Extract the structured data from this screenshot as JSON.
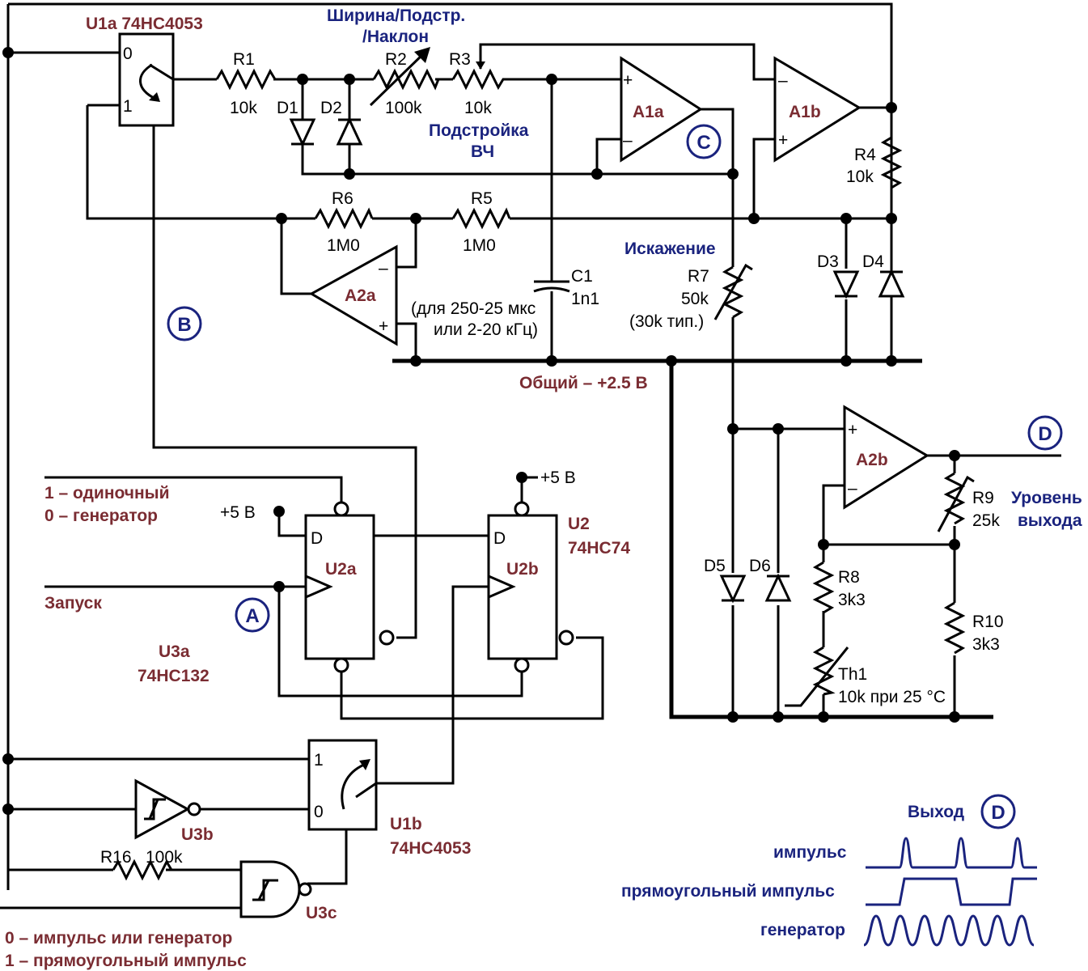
{
  "components": {
    "u1a": {
      "ref": "U1a  74HC4053",
      "pin0": "0",
      "pin1": "1"
    },
    "u1b": {
      "ref": "U1b",
      "part": "74HC4053",
      "pin1": "1",
      "pin0": "0"
    },
    "r1": {
      "ref": "R1",
      "value": "10k"
    },
    "r2": {
      "ref": "R2",
      "value": "100k"
    },
    "r3": {
      "ref": "R3",
      "value": "10k"
    },
    "r4": {
      "ref": "R4",
      "value": "10k"
    },
    "r5": {
      "ref": "R5",
      "value": "1M0"
    },
    "r6": {
      "ref": "R6",
      "value": "1M0"
    },
    "r7": {
      "ref": "R7",
      "value": "50k",
      "note": "(30k тип.)"
    },
    "r8": {
      "ref": "R8",
      "value": "3k3"
    },
    "r9": {
      "ref": "R9",
      "value": "25k"
    },
    "r10": {
      "ref": "R10",
      "value": "3k3"
    },
    "r16": {
      "ref": "R16",
      "value": "100k"
    },
    "th1": {
      "ref": "Th1",
      "value": "10k при 25 °C"
    },
    "c1": {
      "ref": "C1",
      "value": "1n1",
      "note1": "(для 250-25 мкс",
      "note2": "или 2-20 кГц)"
    },
    "d1": "D1",
    "d2": "D2",
    "d3": "D3",
    "d4": "D4",
    "d5": "D5",
    "d6": "D6",
    "a1a": "A1a",
    "a1b": "A1b",
    "a2a": "A2a",
    "a2b": "A2b",
    "u2a": {
      "ref": "U2a",
      "d": "D"
    },
    "u2b": {
      "ref": "U2b",
      "d": "D"
    },
    "u2": {
      "ref": "U2",
      "part": "74HC74"
    },
    "u3a": {
      "ref": "U3a",
      "part": "74HC132"
    },
    "u3b": "U3b",
    "u3c": "U3c"
  },
  "annotations": {
    "width_trim_1": "Ширина/Подстр.",
    "width_trim_2": "/Наклон",
    "hf_trim_1": "Подстройка",
    "hf_trim_2": "ВЧ",
    "distortion": "Искажение",
    "common": "Общий – +2.5 В",
    "level_1": "Уровень",
    "level_2": "выхода",
    "mode_1": "1 – одиночный",
    "mode_2": "0 – генератор",
    "trigger": "Запуск",
    "shape_1": "0 – импульс или генератор",
    "shape_2": "1 – прямоугольный импульс",
    "supply_1": "+5 В",
    "supply_2": "+5 В",
    "plus": "+",
    "minus": "–"
  },
  "test_points": {
    "a": "A",
    "b": "B",
    "c": "C",
    "d": "D"
  },
  "legend": {
    "title": "Выход",
    "pulse": "импульс",
    "square": "прямоугольный импульс",
    "oscillator": "генератор"
  },
  "colors": {
    "component_ref": "#7a2c32",
    "annotation": "#1a237e",
    "wire": "#000000"
  }
}
